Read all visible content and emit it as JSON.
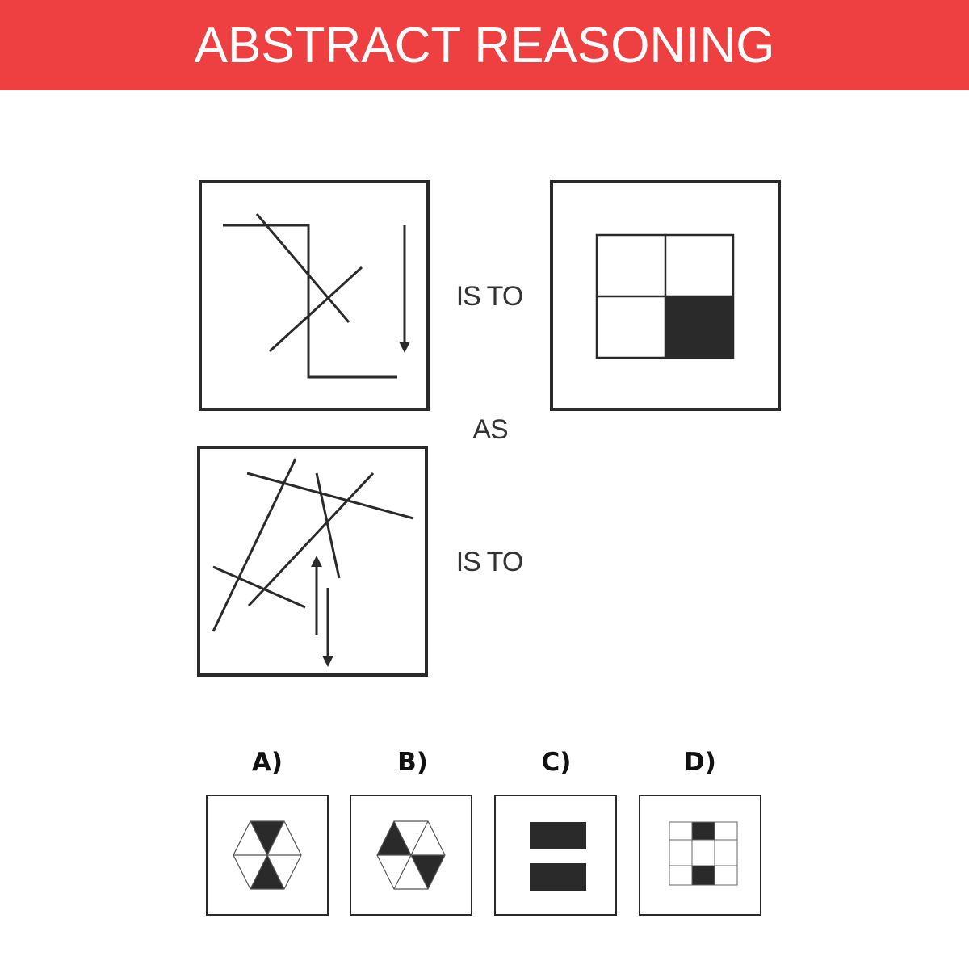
{
  "header": {
    "title": "ABSTRACT REASONING",
    "color": "#ee4040"
  },
  "question": {
    "connector_top": "IS TO",
    "connector_middle": "AS",
    "connector_bottom": "IS TO"
  },
  "options": [
    {
      "label": "A)",
      "icon": "hexagon-opposite-vertical-triangles-icon"
    },
    {
      "label": "B)",
      "icon": "hexagon-opposite-diagonal-triangles-icon"
    },
    {
      "label": "C)",
      "icon": "two-horizontal-bars-icon"
    },
    {
      "label": "D)",
      "icon": "grid-two-filled-cells-icon"
    }
  ]
}
